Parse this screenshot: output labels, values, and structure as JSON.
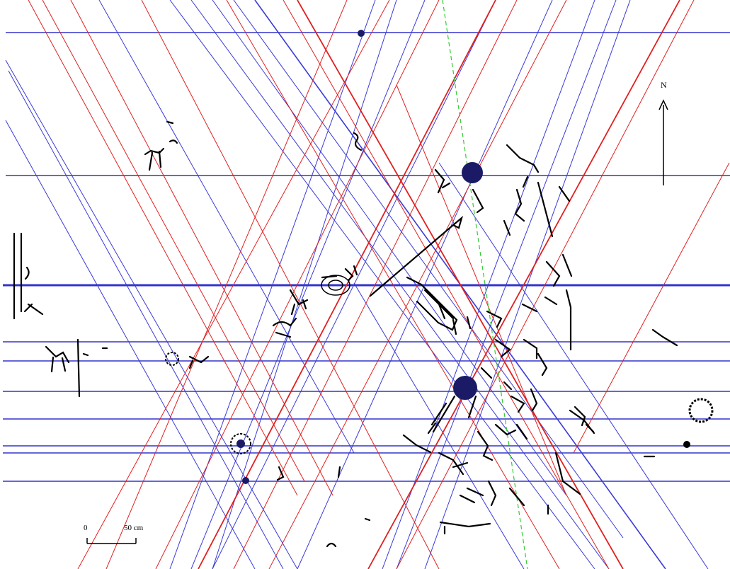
{
  "diagram": {
    "north_label": "N",
    "scale_bar": {
      "start_label": "0",
      "end_label": "50 cm"
    },
    "line_colors": {
      "horizontal": "#3333cc",
      "blue": "#3a3ad6",
      "red": "#e02020",
      "green_dashed": "#33cc33"
    },
    "figure_color": "#000000",
    "marker_fill": "#1a1a66"
  }
}
